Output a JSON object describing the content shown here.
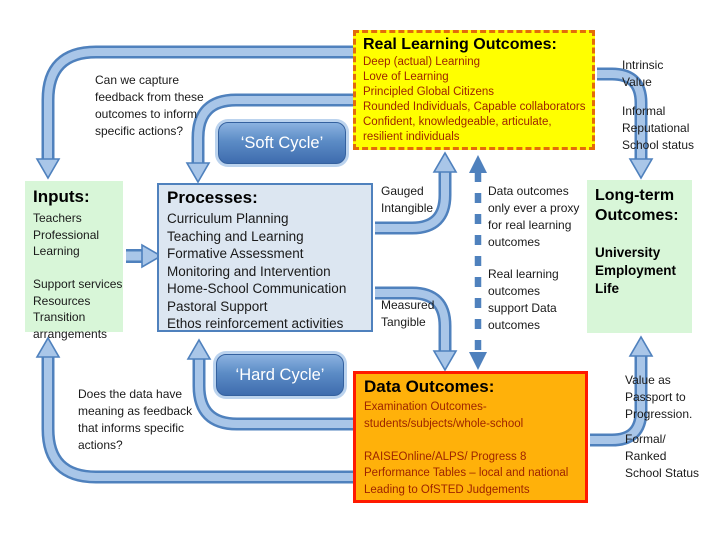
{
  "slide": {
    "boxes": {
      "real_learning_outcomes": {
        "title": "Real Learning Outcomes:",
        "lines": [
          "Deep (actual) Learning",
          "Love of Learning",
          "Principled Global Citizens",
          "Rounded Individuals, Capable collaborators",
          "Confident, knowledgeable, articulate,",
          "resilient individuals"
        ]
      },
      "inputs": {
        "title": "Inputs:",
        "lines": [
          "Teachers",
          "Professional",
          "Learning",
          "",
          "Support services",
          "Resources",
          "Transition",
          "arrangements"
        ]
      },
      "processes": {
        "title": "Processes:",
        "lines": [
          "Curriculum Planning",
          "Teaching and Learning",
          "Formative Assessment",
          "Monitoring and Intervention",
          "Home-School Communication",
          "Pastoral Support",
          "Ethos reinforcement activities"
        ]
      },
      "data_outcomes": {
        "title": "Data Outcomes:",
        "lines": [
          "Examination Outcomes-",
          "students/subjects/whole-school",
          "",
          "RAISEOnline/ALPS/ Progress 8",
          "Performance Tables – local and national",
          "Leading to OfSTED Judgements"
        ]
      },
      "long_term_outcomes": {
        "title": "Long-term Outcomes:",
        "lines": [
          "University",
          "Employment",
          "Life"
        ]
      }
    },
    "cycle_labels": {
      "soft": "‘Soft Cycle’",
      "hard": "‘Hard Cycle’"
    },
    "annotations": {
      "capture_feedback": [
        "Can we capture",
        "feedback from these",
        "outcomes to inform",
        "specific actions?"
      ],
      "gauged_intangible": [
        "Gauged",
        "Intangible"
      ],
      "measured_tangible": [
        "Measured",
        "Tangible"
      ],
      "proxy_note": [
        "Data outcomes",
        "only ever a proxy",
        "for real learning",
        "outcomes"
      ],
      "support_note": [
        "Real learning",
        "outcomes",
        "support Data",
        "outcomes"
      ],
      "intrinsic_value": [
        "Intrinsic",
        "Value"
      ],
      "informal_status": [
        "Informal",
        "Reputational",
        "School status"
      ],
      "value_passport": [
        "Value as",
        "Passport to",
        "Progression."
      ],
      "formal_status": [
        "Formal/",
        "Ranked",
        "School Status"
      ],
      "data_meaning": [
        "Does the data have",
        "meaning as feedback",
        "that informs specific",
        "actions?"
      ]
    },
    "colors": {
      "real_learning_bg": "#FFFF00",
      "real_learning_border": "#E36C09",
      "dark_red_text": "#9E2400",
      "inputs_bg": "#D8F6D8",
      "processes_bg": "#DCE6F1",
      "processes_border": "#4F81BD",
      "data_outcomes_bg": "#FFB10A",
      "data_outcomes_border": "#FF1A00",
      "long_term_bg": "#D8F6D8",
      "arrow_fill": "#9FBDE1",
      "arrow_border": "#4F81BD",
      "cycle_button_top": "#8BB2E0",
      "cycle_button_bottom": "#3E6CAE"
    }
  }
}
